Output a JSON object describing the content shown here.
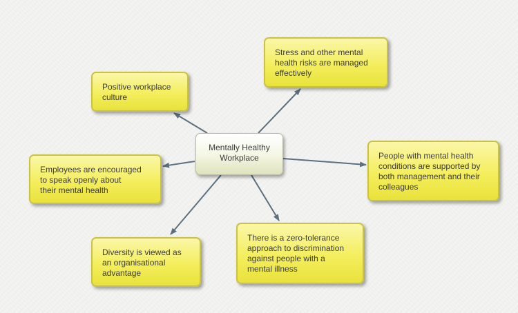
{
  "diagram": {
    "center": {
      "label": "Mentally Healthy\nWorkplace"
    },
    "nodes": [
      {
        "id": "culture",
        "label": "Positive workplace\nculture"
      },
      {
        "id": "stress",
        "label": "Stress and other mental\nhealth risks are managed\neffectively"
      },
      {
        "id": "speak",
        "label": "Employees are encouraged\nto speak openly about\ntheir mental health"
      },
      {
        "id": "supported",
        "label": "People with mental health\nconditions are supported by\nboth management and their\ncolleagues"
      },
      {
        "id": "diversity",
        "label": "Diversity is viewed as\nan organisational\nadvantage"
      },
      {
        "id": "zero",
        "label": "There is a zero-tolerance\napproach to discrimination\nagainst people with a\nmental illness"
      }
    ],
    "colors": {
      "node_fill": "#f4ee5d",
      "node_border": "#c9c24a",
      "center_fill": "#f5f7e6",
      "connector": "#5b6f7f"
    }
  }
}
